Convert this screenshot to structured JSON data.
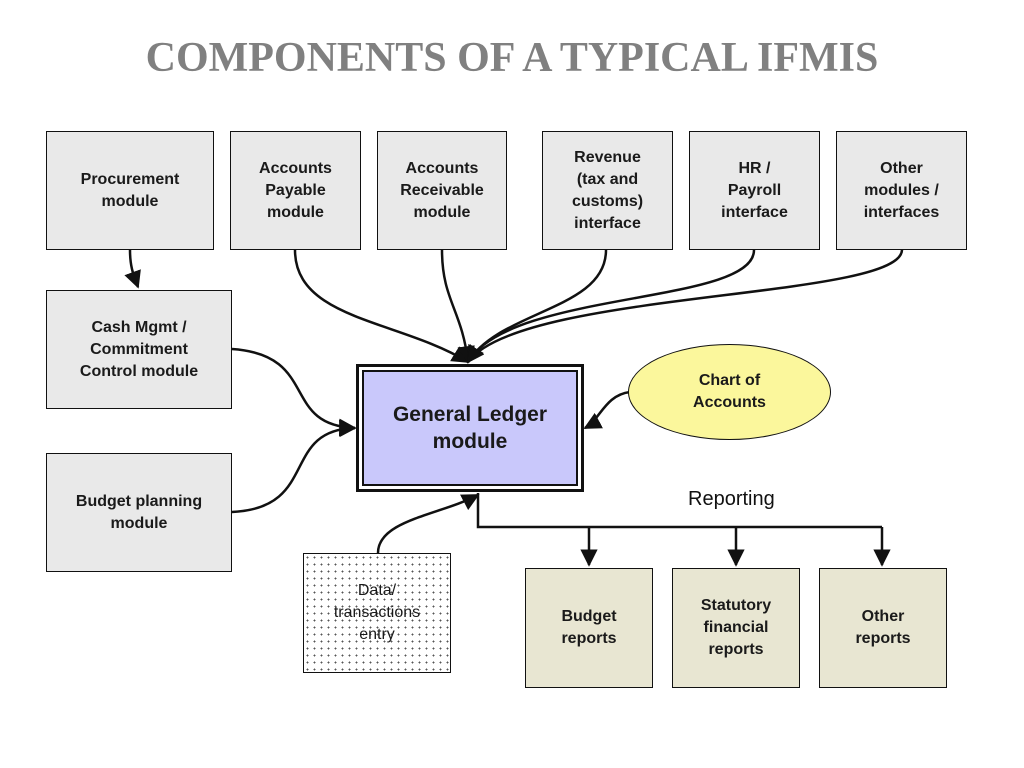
{
  "title": "COMPONENTS OF A TYPICAL IFMIS",
  "modules": {
    "procurement": [
      "Procurement",
      "module"
    ],
    "accounts_payable": [
      "Accounts",
      "Payable",
      "module"
    ],
    "accounts_receivable": [
      "Accounts",
      "Receivable",
      "module"
    ],
    "revenue": [
      "Revenue",
      "(tax and",
      "customs)",
      "interface"
    ],
    "hr_payroll": [
      "HR /",
      "Payroll",
      "interface"
    ],
    "other_modules": [
      "Other",
      "modules /",
      "interfaces"
    ],
    "cash_mgmt": [
      "Cash Mgmt /",
      "Commitment",
      "Control module"
    ],
    "budget_planning": [
      "Budget planning",
      "module"
    ]
  },
  "general_ledger": [
    "General Ledger",
    "module"
  ],
  "chart_of_accounts": [
    "Chart of",
    "Accounts"
  ],
  "data_entry": [
    "Data/",
    "transactions",
    "entry"
  ],
  "reporting": {
    "label": "Reporting",
    "budget_reports": [
      "Budget",
      "reports"
    ],
    "statutory_reports": [
      "Statutory",
      "financial",
      "reports"
    ],
    "other_reports": [
      "Other",
      "reports"
    ]
  }
}
